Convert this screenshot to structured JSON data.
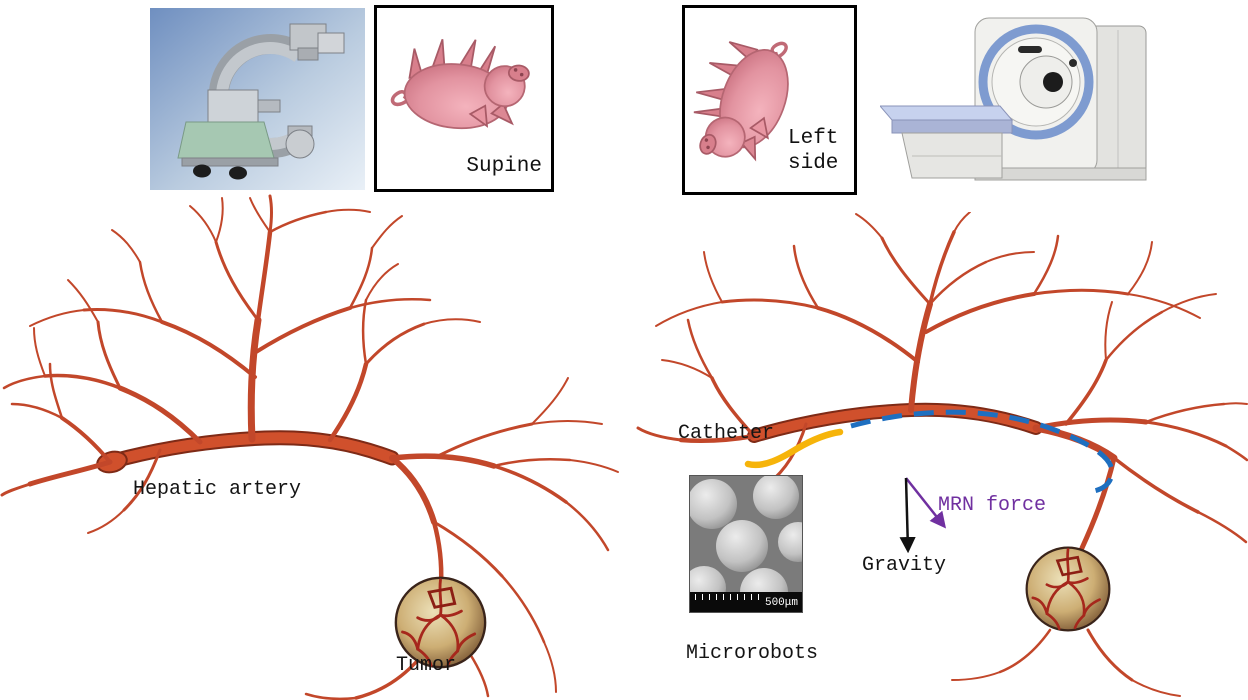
{
  "figure": {
    "left_panel": {
      "pose_label": "Supine",
      "artery_label": "Hepatic artery",
      "tumor_label": "Tumor",
      "equipment_illustration": "c-arm-xray-machine",
      "animal_illustration": "supine-pig"
    },
    "right_panel": {
      "pose_label": "Left side",
      "catheter_label": "Catheter",
      "mrn_force_label": "MRN force",
      "gravity_label": "Gravity",
      "microrobots_label": "Microrobots",
      "sem_scale_label": "500μm",
      "equipment_illustration": "mri-scanner",
      "animal_illustration": "left-side-pig"
    },
    "illustrations": [
      "c-arm-xray-machine",
      "supine-pig",
      "hepatic-artery-tree-left",
      "tumor-sphere-left",
      "left-side-pig",
      "mri-scanner",
      "hepatic-artery-tree-right",
      "tumor-sphere-right",
      "sem-microspheres",
      "catheter-curve",
      "mrn-dashed-path",
      "mrn-force-arrow",
      "gravity-arrow"
    ],
    "colors": {
      "artery_red": "#c2472a",
      "artery_dark": "#7e2a16",
      "catheter_yellow": "#f6b40a",
      "path_blue": "#1e6fc0",
      "mrn_purple": "#7030a0",
      "text": "#141414"
    }
  }
}
